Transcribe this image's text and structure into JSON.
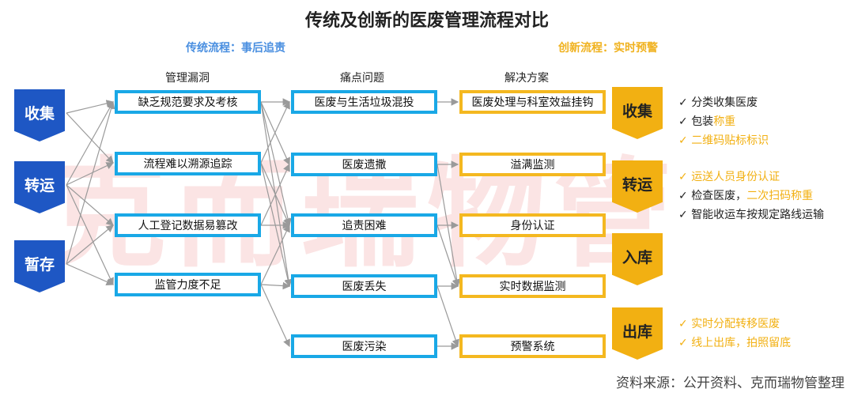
{
  "title": "传统及创新的医废管理流程对比",
  "traditional_label": "传统流程：事后追责",
  "innovative_label": "创新流程：实时预警",
  "watermark": "克而瑞物管",
  "columns": {
    "loopholes": "管理漏洞",
    "painpoints": "痛点问题",
    "solutions": "解决方案"
  },
  "left_stages": [
    "收集",
    "转运",
    "暂存"
  ],
  "loopholes": [
    "缺乏规范要求及考核",
    "流程难以溯源追踪",
    "人工登记数据易篡改",
    "监管力度不足"
  ],
  "painpoints": [
    "医废与生活垃圾混投",
    "医废遗撒",
    "追责困难",
    "医废丢失",
    "医废污染"
  ],
  "solutions": [
    "医废处理与科室效益挂钩",
    "溢满监测",
    "身份认证",
    "实时数据监测",
    "预警系统"
  ],
  "right_stages": [
    "收集",
    "转运",
    "入库",
    "出库"
  ],
  "checks": {
    "collect": [
      {
        "pre": "分类收集医废",
        "hl": "",
        "post": "",
        "tone": "black"
      },
      {
        "pre": "包装",
        "hl": "称重",
        "post": "",
        "tone": "black"
      },
      {
        "pre": "",
        "hl": "二维码贴标标识",
        "post": "",
        "tone": "orange"
      }
    ],
    "transfer": [
      {
        "pre": "",
        "hl": "运送人员身份认证",
        "post": "",
        "tone": "orange"
      },
      {
        "pre": "检查医废，",
        "hl": "二次扫码称重",
        "post": "",
        "tone": "black"
      },
      {
        "pre": "智能收运车按规定路线运输",
        "hl": "",
        "post": "",
        "tone": "black"
      }
    ],
    "outbound": [
      {
        "pre": "",
        "hl": "实时分配转移医废",
        "post": "",
        "tone": "orange"
      },
      {
        "pre": "",
        "hl": "线上出库，拍照留底",
        "post": "",
        "tone": "orange"
      }
    ]
  },
  "check_mark": "✓",
  "source": "资料来源：公开资料、克而瑞物管整理",
  "colors": {
    "blue_chevron": "#1e57c4",
    "blue_box": "#19a8e6",
    "gold": "#f2b012",
    "arrow": "#9a9a9a"
  }
}
